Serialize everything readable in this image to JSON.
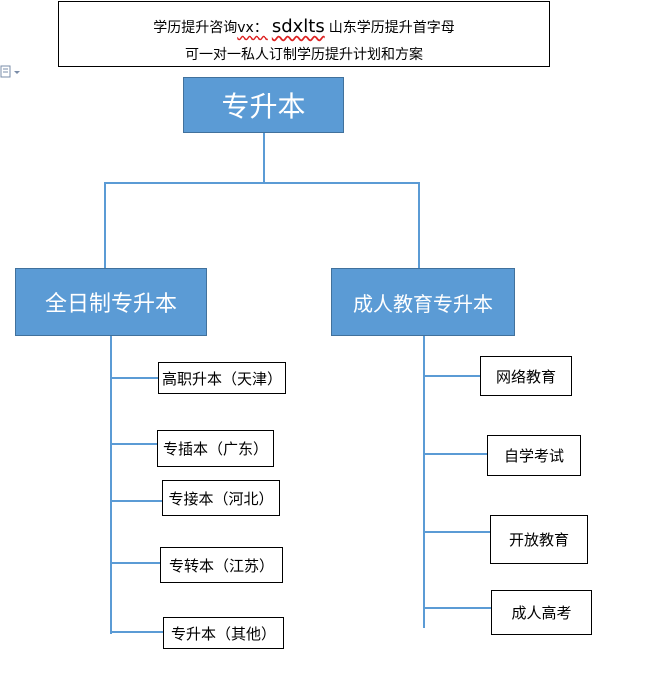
{
  "header": {
    "line1_prefix": "学历提升咨询",
    "line1_vx": "vx：",
    "brand": "sdxlts",
    "line1_suffix": "山东学历提升首字母",
    "line2": "可一对一私人订制学历提升计划和方案"
  },
  "diagram": {
    "root": "专升本",
    "branches": [
      {
        "label": "全日制专升本",
        "children": [
          "高职升本（天津）",
          "专插本（广东）",
          "专接本（河北）",
          "专转本（江苏）",
          "专升本（其他）"
        ]
      },
      {
        "label": "成人教育专升本",
        "children": [
          "网络教育",
          "自学考试",
          "开放教育",
          "成人高考"
        ]
      }
    ]
  },
  "colors": {
    "box_fill": "#5b9bd5",
    "connector": "#5b9bd5",
    "brand_underline": "#d22222"
  },
  "icons": [
    "document-icon"
  ]
}
